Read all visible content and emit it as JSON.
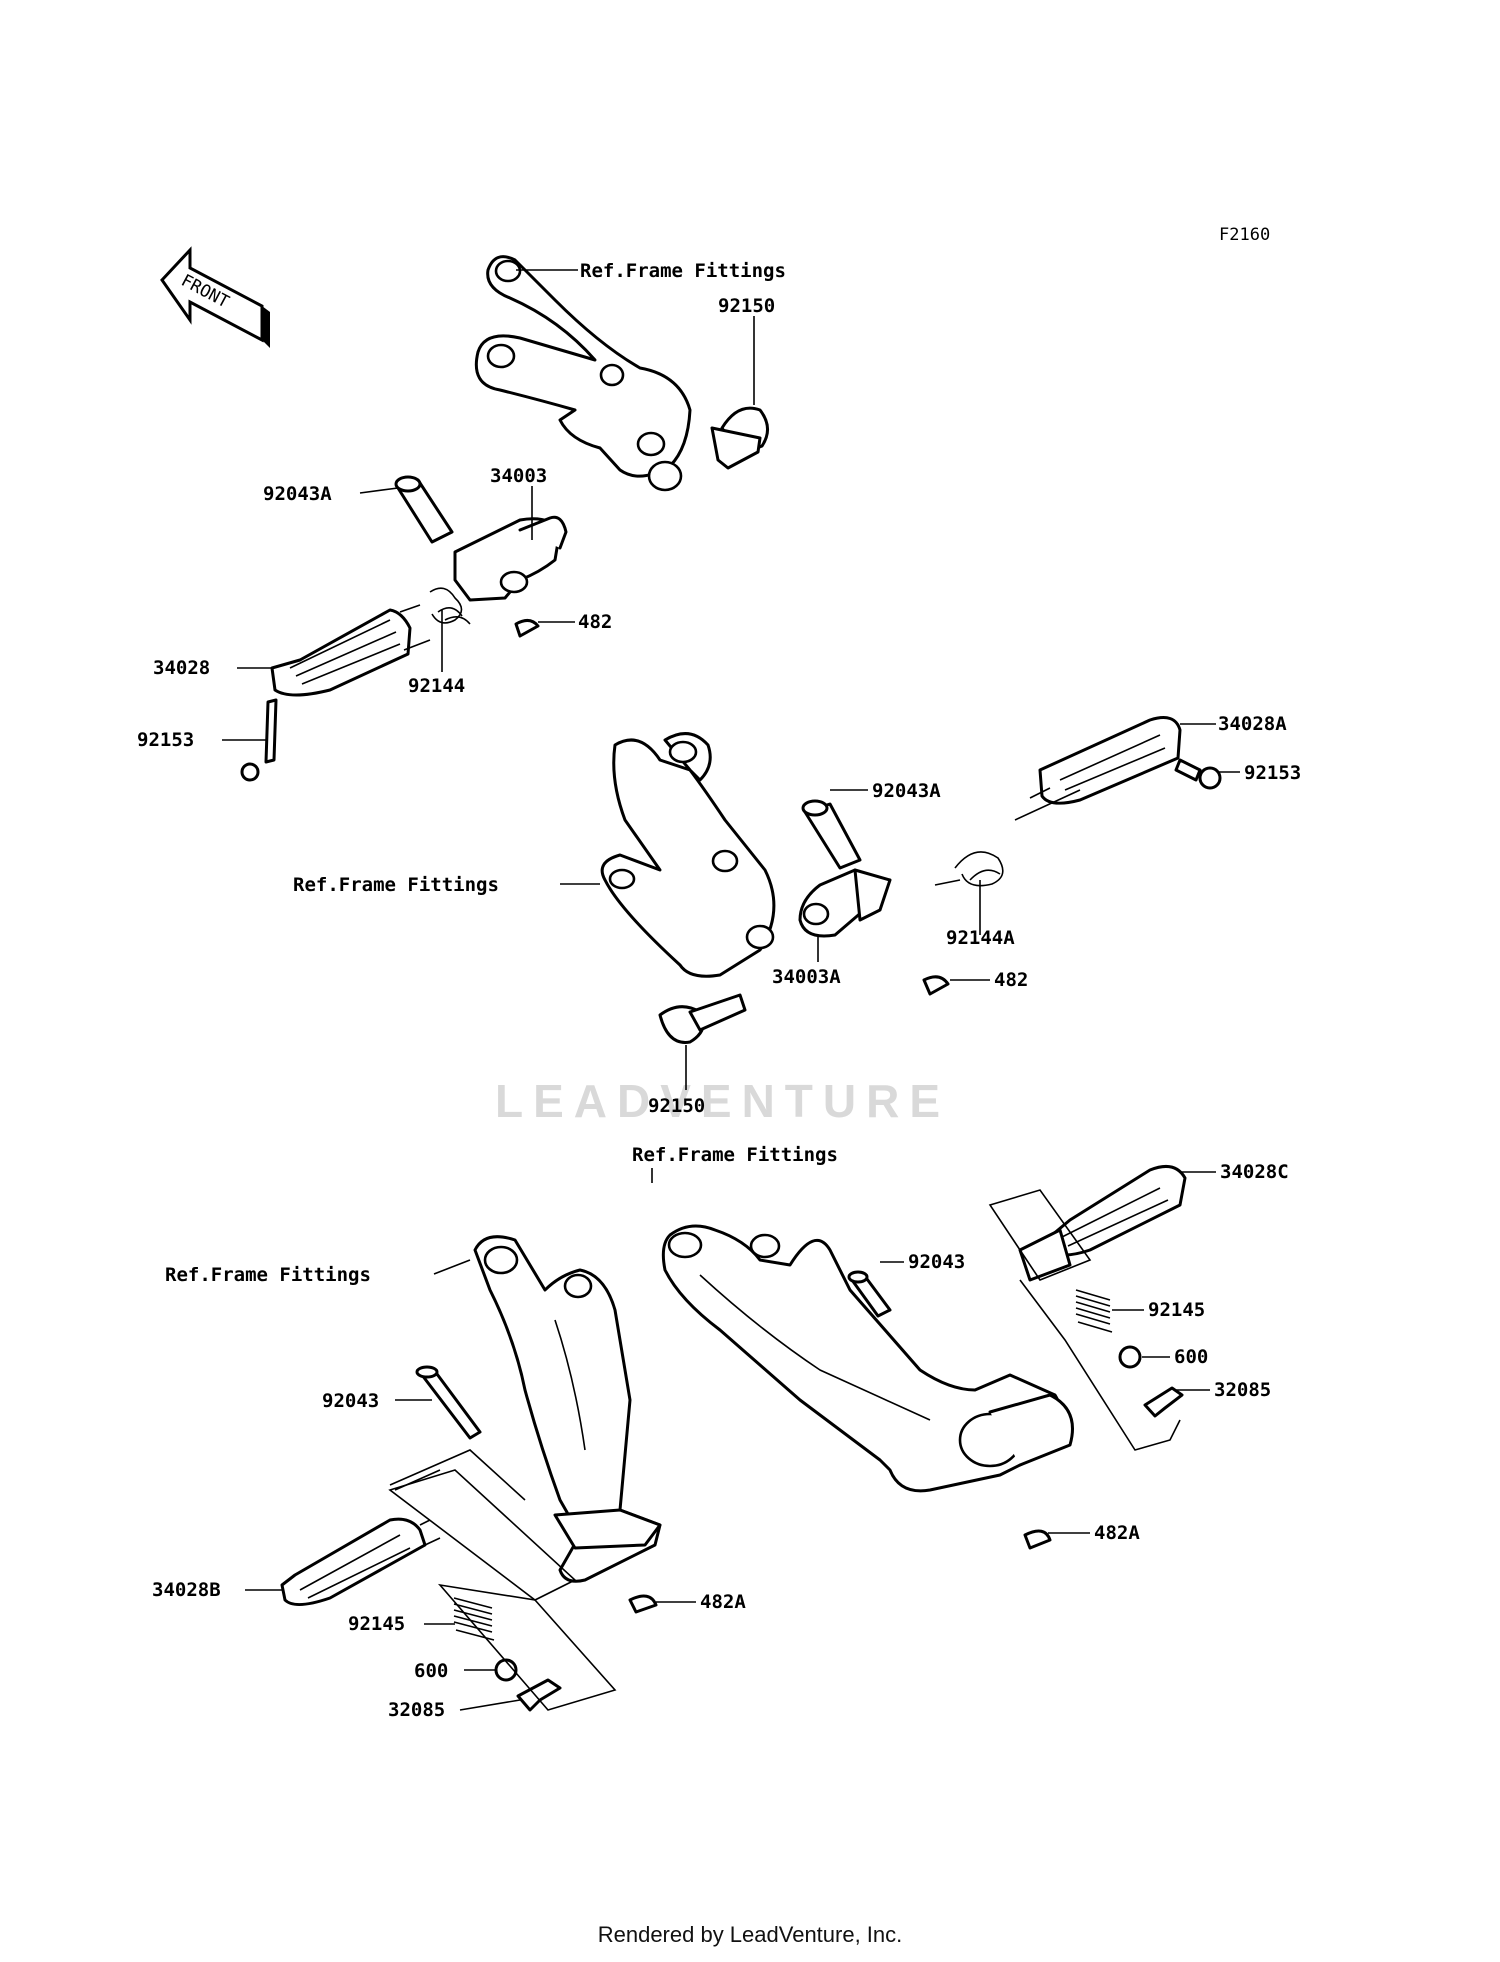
{
  "figure_code": "F2160",
  "front_arrow": "FRONT",
  "watermark": "LEADVENTURE",
  "footer": "Rendered by LeadVenture, Inc.",
  "labels": {
    "ref_frame_1": "Ref.Frame Fittings",
    "ref_frame_2": "Ref.Frame Fittings",
    "ref_frame_3": "Ref.Frame Fittings",
    "ref_frame_4": "Ref.Frame Fittings",
    "p92150_a": "92150",
    "p92150_b": "92150",
    "p92043A_a": "92043A",
    "p92043A_b": "92043A",
    "p34003": "34003",
    "p34003A": "34003A",
    "p482_a": "482",
    "p482_b": "482",
    "p92144": "92144",
    "p92144A": "92144A",
    "p34028": "34028",
    "p34028A": "34028A",
    "p34028B": "34028B",
    "p34028C": "34028C",
    "p92153_a": "92153",
    "p92153_b": "92153",
    "p92043_a": "92043",
    "p92043_b": "92043",
    "p92145_a": "92145",
    "p92145_b": "92145",
    "p600_a": "600",
    "p600_b": "600",
    "p32085_a": "32085",
    "p32085_b": "32085",
    "p482A_a": "482A",
    "p482A_b": "482A"
  }
}
